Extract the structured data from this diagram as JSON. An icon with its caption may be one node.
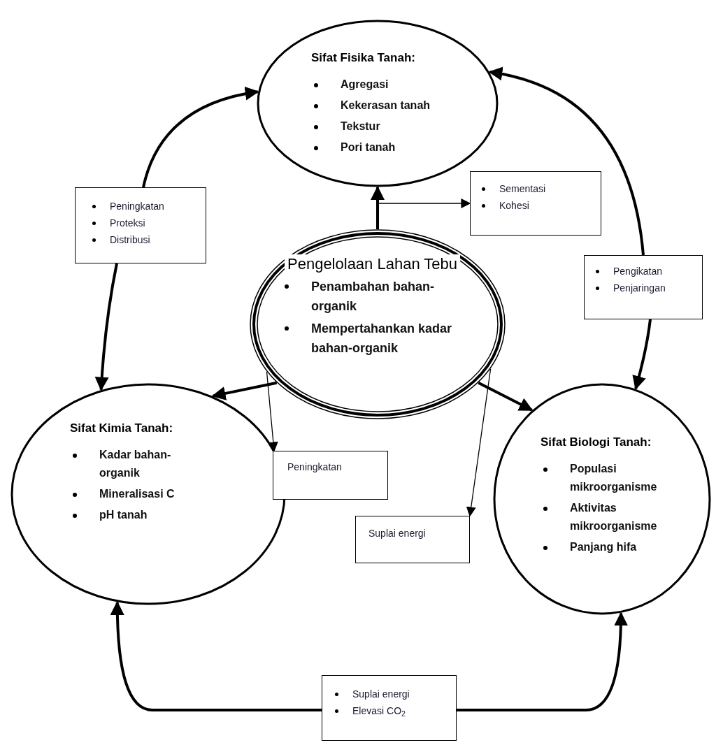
{
  "diagram": {
    "nodes": [
      {
        "text": [
          "Sifat Fisika Tanah:",
          "Agregasi",
          "Kekerasan tanah",
          "Tekstur",
          "Pori tanah"
        ]
      },
      {
        "text": [
          "Pengelolaan Lahan Tebu",
          "Penambahan bahan-organik",
          "Mempertahankan kadar bahan-organik"
        ]
      },
      {
        "text": [
          "Sifat Kimia Tanah:",
          "Kadar bahan-organik",
          "Mineralisasi  C",
          "pH tanah"
        ]
      },
      {
        "text": [
          "Sifat Biologi Tanah:",
          "Populasi mikroorganisme",
          "Aktivitas mikroorganisme",
          "Panjang  hifa"
        ]
      },
      {
        "text": [
          "Peningkatan",
          "Proteksi",
          "Distribusi"
        ]
      },
      {
        "text": [
          "Sementasi",
          "Kohesi"
        ]
      },
      {
        "text": [
          "Pengikatan",
          "Penjaringan"
        ]
      },
      {
        "text": [
          "Peningkatan"
        ]
      },
      {
        "text": [
          "Suplai energi"
        ]
      },
      {
        "text": [
          "Suplai energi",
          "Elevasi CO$_{2}$"
        ]
      }
    ],
    "edges": [
      {
        "from": 4,
        "to": 0,
        "arrow": "to"
      },
      {
        "from": 4,
        "to": 2,
        "arrow": "to"
      },
      {
        "from": 6,
        "to": 0,
        "arrow": "to"
      },
      {
        "from": 6,
        "to": 3,
        "arrow": "to"
      },
      {
        "from": 9,
        "to": 2,
        "arrow": "to"
      },
      {
        "from": 9,
        "to": 3,
        "arrow": "to"
      },
      {
        "from": 1,
        "to": 0,
        "arrow": "to"
      },
      {
        "from": 1,
        "to": 5,
        "arrow": "to"
      },
      {
        "from": 1,
        "to": 2,
        "arrow": "to"
      },
      {
        "from": 1,
        "to": 7,
        "arrow": "to"
      },
      {
        "from": 1,
        "to": 3,
        "arrow": "to"
      },
      {
        "from": 1,
        "to": 8,
        "arrow": "to"
      }
    ]
  }
}
